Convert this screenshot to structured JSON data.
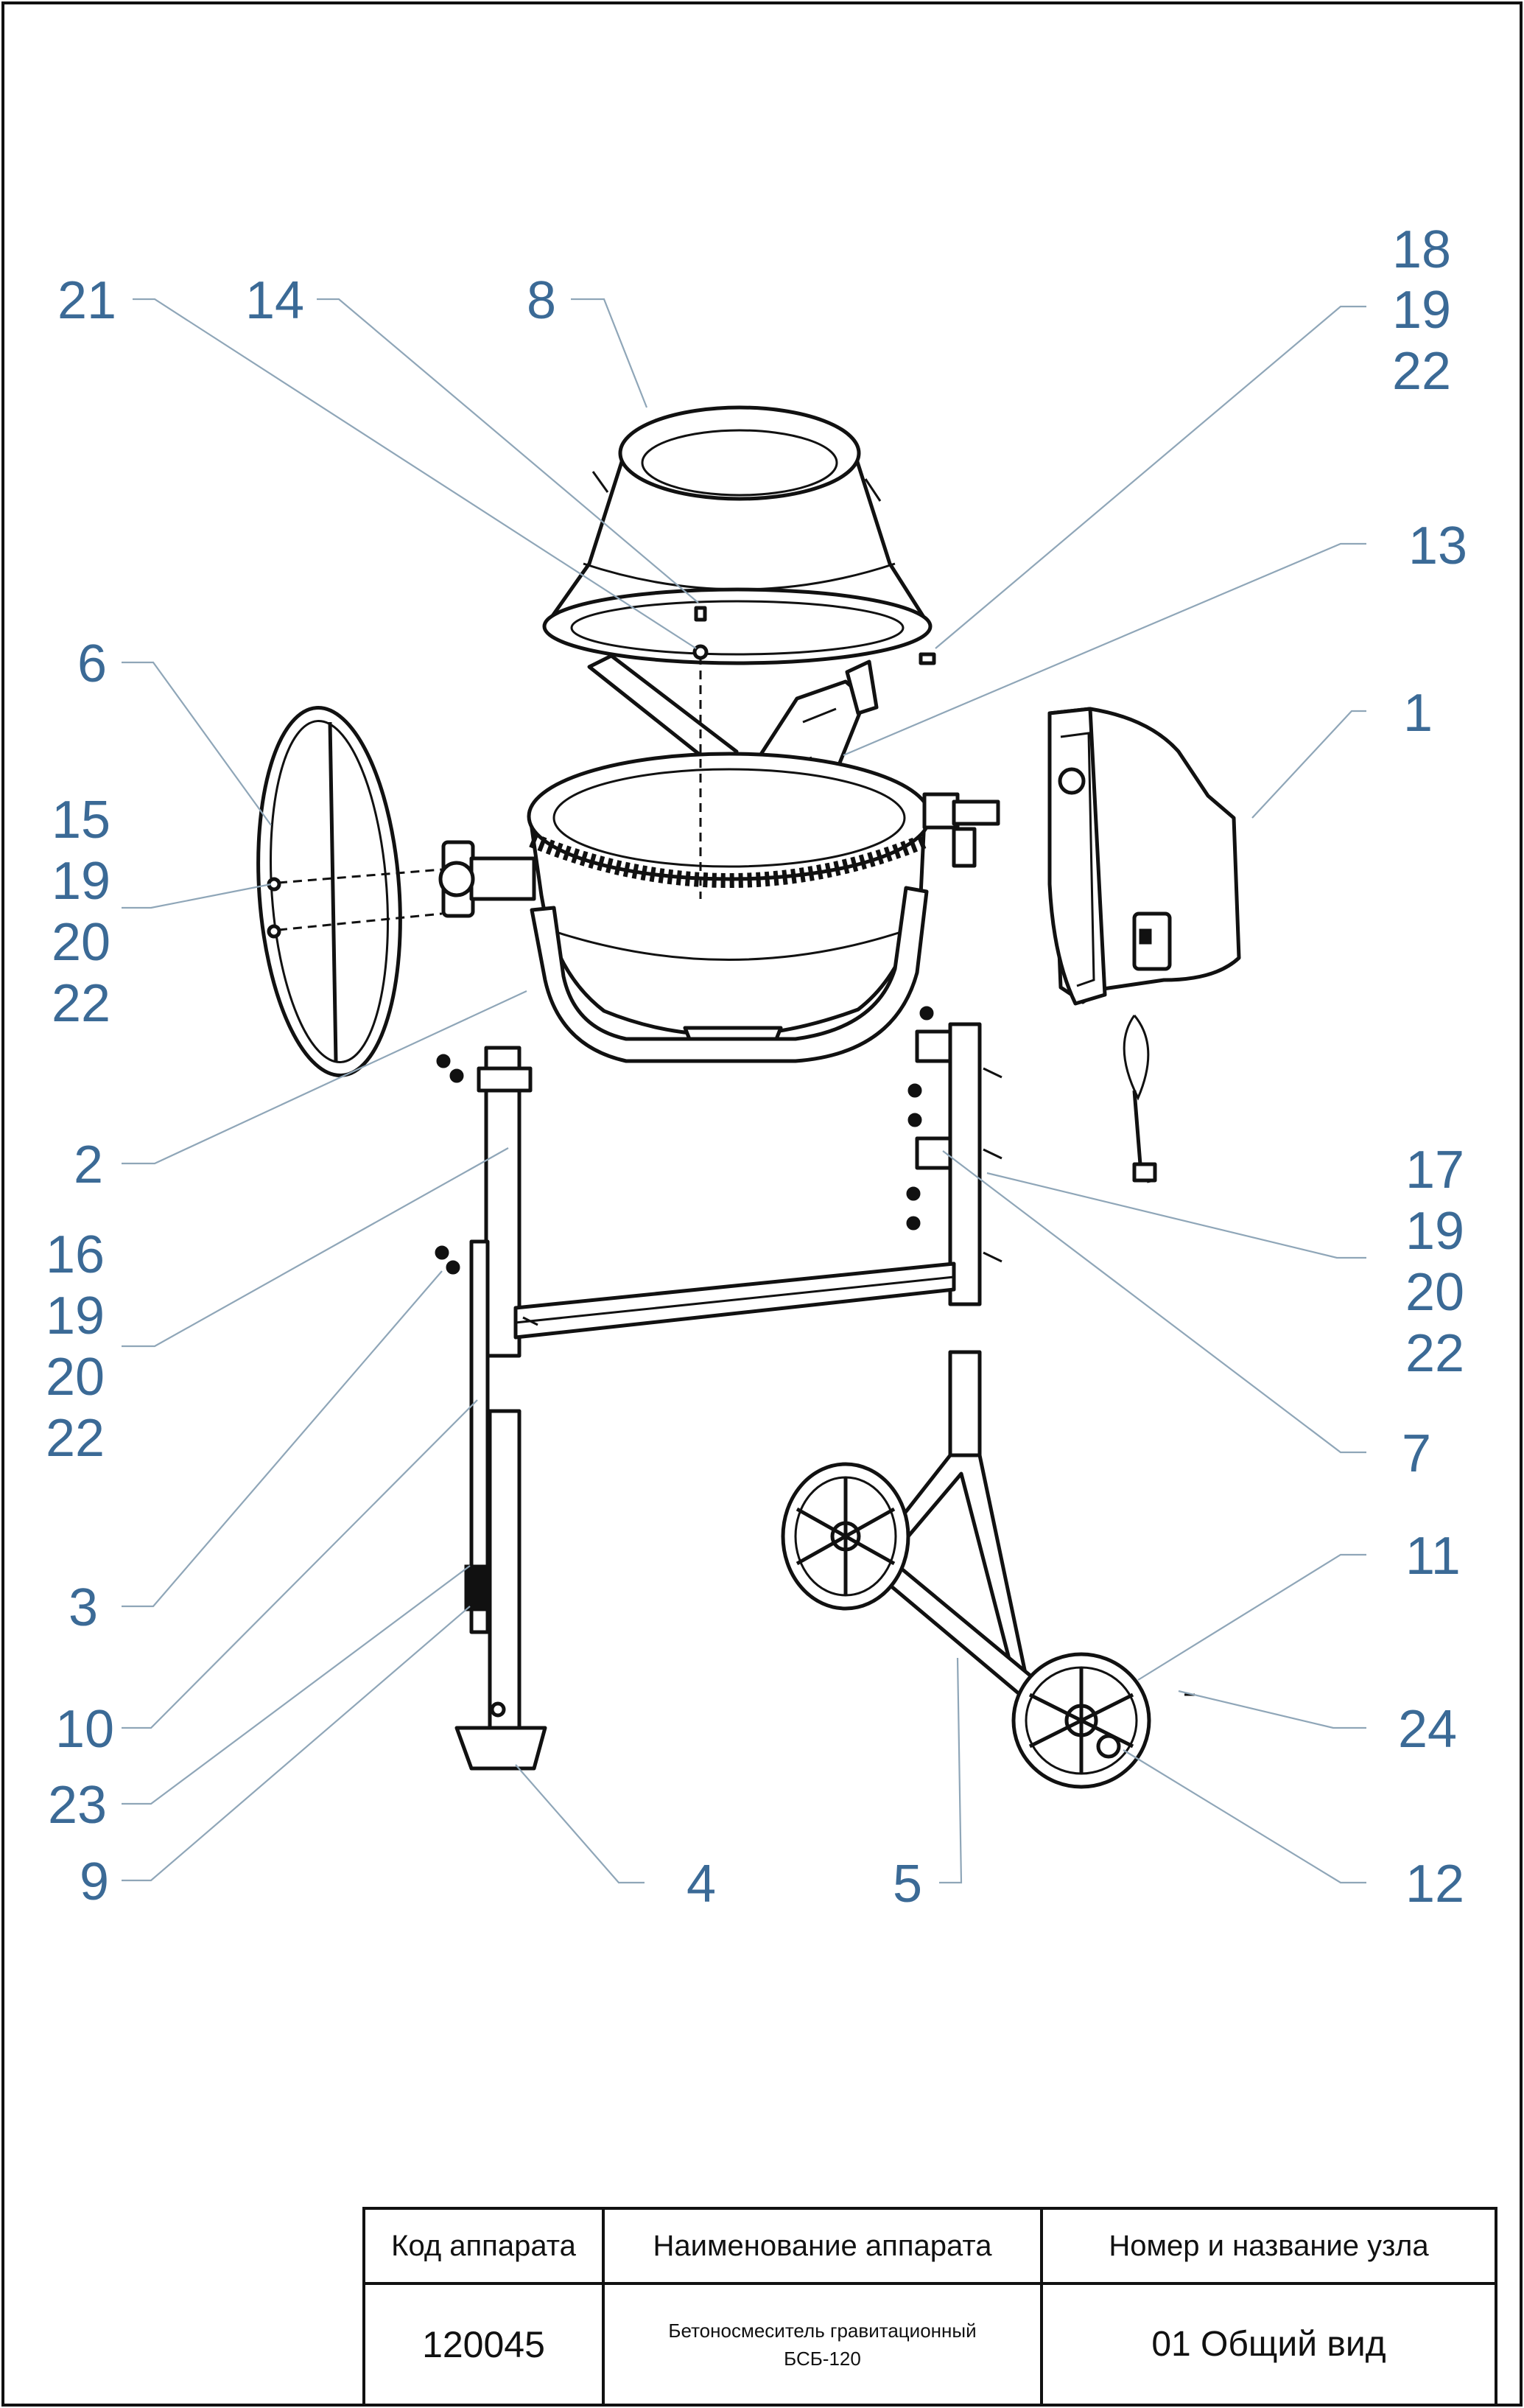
{
  "callouts": {
    "c21": "21",
    "c14": "14",
    "c8": "8",
    "c18a": "18",
    "c19a": "19",
    "c22a": "22",
    "c13": "13",
    "c6": "6",
    "c1": "1",
    "c15": "15",
    "c19b": "19",
    "c20b": "20",
    "c22b": "22",
    "c2": "2",
    "c17": "17",
    "c19c": "19",
    "c20c": "20",
    "c22c": "22",
    "c16": "16",
    "c19d": "19",
    "c20d": "20",
    "c22d": "22",
    "c7": "7",
    "c11": "11",
    "c3": "3",
    "c24": "24",
    "c10": "10",
    "c23": "23",
    "c9": "9",
    "c4": "4",
    "c5": "5",
    "c12": "12"
  },
  "title_block": {
    "header_code": "Код аппарата",
    "header_name": "Наименование аппарата",
    "header_assembly": "Номер и название узла",
    "device_code": "120045",
    "device_name_line1": "Бетоносмеситель гравитационный",
    "device_name_line2": "БСБ-120",
    "assembly": "01 Общий вид"
  }
}
